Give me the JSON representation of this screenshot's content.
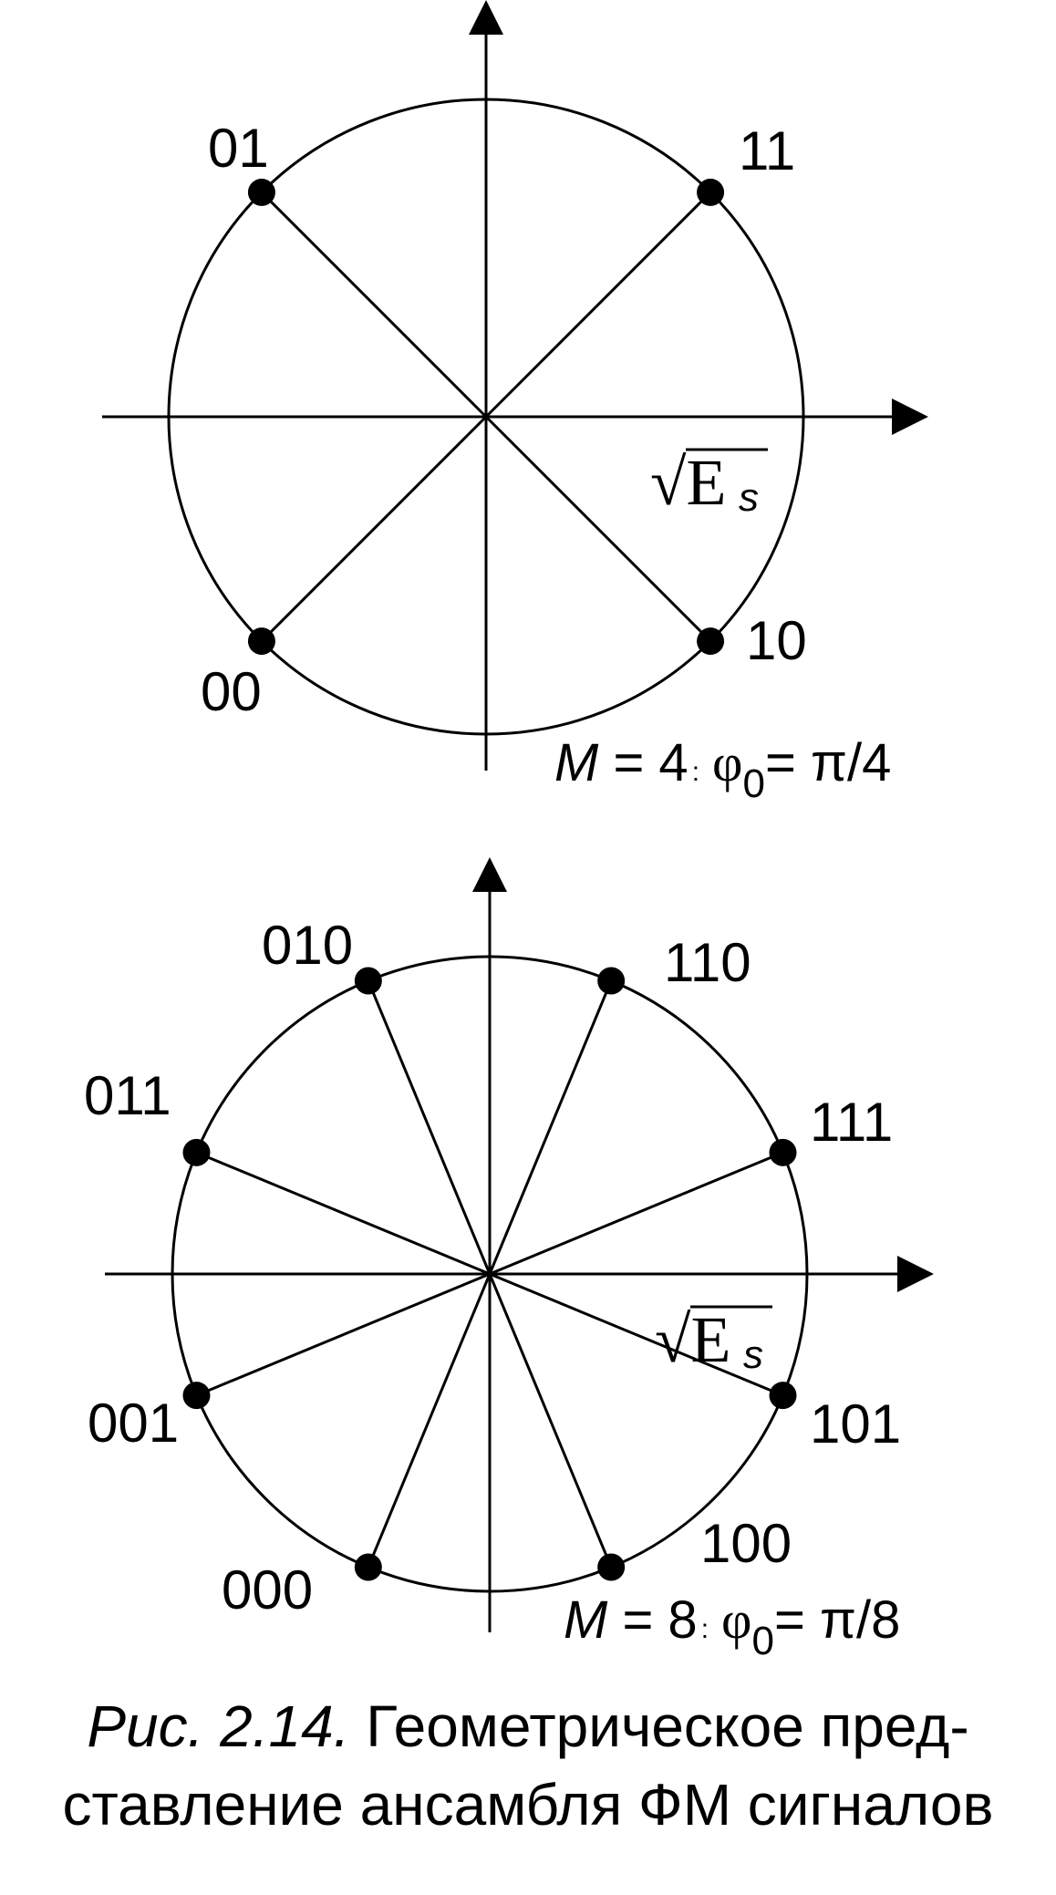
{
  "diagram_top": {
    "labels": [
      "01",
      "11",
      "10",
      "00"
    ],
    "amplitude_label": "√E",
    "amplitude_sub": "s",
    "param": {
      "M": "M",
      "eq": " = 4",
      "sep": ":",
      "phi": "φ",
      "phi_sub": "0",
      "value": "= π/4"
    }
  },
  "diagram_bottom": {
    "labels": [
      "111",
      "110",
      "010",
      "011",
      "001",
      "000",
      "100",
      "101"
    ],
    "amplitude_label": "√E",
    "amplitude_sub": "s",
    "param": {
      "M": "M",
      "eq": " = 8",
      "sep": ":",
      "phi": "φ",
      "phi_sub": "0",
      "value": "= π/8"
    }
  },
  "caption": {
    "ref": "Рис. 2.14.",
    "line1": " Геометрическое пред-",
    "line2": "ставление ансамбля ФМ сигналов"
  }
}
